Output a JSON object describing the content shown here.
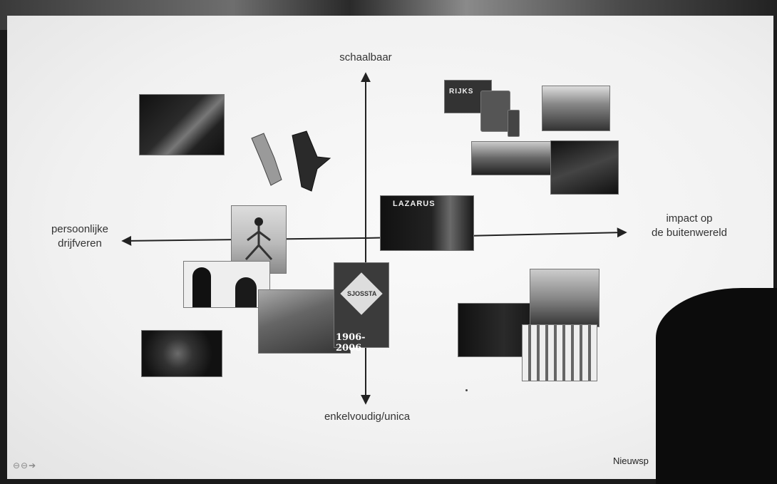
{
  "axes": {
    "top": "schaalbaar",
    "bottom": "enkelvoudig/unica",
    "left_line1": "persoonlijke",
    "left_line2": "drijfveren",
    "right_line1": "impact op",
    "right_line2": "de buitenwereld"
  },
  "images": {
    "lazarus_title": "LAZARUS",
    "ruks_text": "RIJKS",
    "poster_years": "1906-2006",
    "poster_mark": "SJOSSTA"
  },
  "footer": {
    "credit": "Nieuwsp",
    "nav_symbols": "⊖⊖➔"
  },
  "colors": {
    "screen": "#f3f3f3",
    "axis": "#222222",
    "dark_photo": "#222222"
  }
}
